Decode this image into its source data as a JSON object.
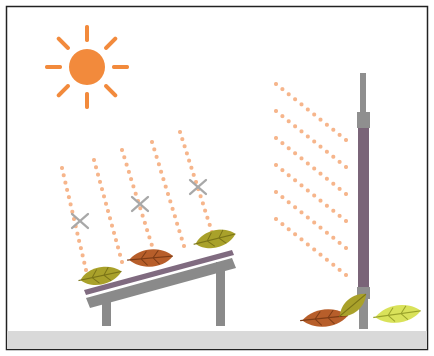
{
  "colors": {
    "border": "#222222",
    "background": "#ffffff",
    "ground": "#d9d9d9",
    "sun": "#f28a3c",
    "light_dots": "#f6b58b",
    "panel_frame": "#8a8a8a",
    "panel_surface": "#806b80",
    "blocked_mark": "#a8a8a8",
    "pole": "#8f8f8f",
    "pole_surface": "#7a6478",
    "leaf_olive": "#a9a12a",
    "leaf_brown": "#b75e2a",
    "leaf_light": "#d9e25a"
  },
  "icons": [
    "sun-icon",
    "blocked-light-mark-icon",
    "leaf-icon"
  ],
  "scene": {
    "sun_rays": 8,
    "tilted_panel_light_streams": 5,
    "blocked_streams": 3,
    "vertical_panel_light_streams": 6,
    "leaves_on_tilted_panel": 3,
    "leaves_at_pole_base": 3
  }
}
